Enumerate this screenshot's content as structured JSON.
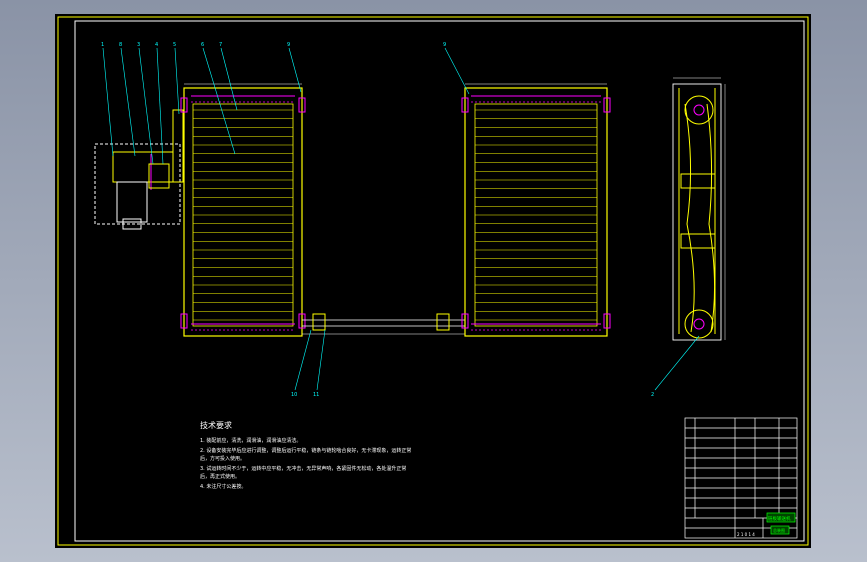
{
  "notes": {
    "heading": "技术要求",
    "lines": [
      "1. 装配前应，清洗，润滑油，润滑油应清洁。",
      "2. 设备安装完毕后应进行调整，调整后运行平稳，链条与链轮啮合良好，无卡滞现象，运转正常",
      "   后，方可投入使用。",
      "3. 试运转时间不少于，运转中应平稳，无冲击，无异常声响，各紧固件无松动，各处温升正常",
      "   后，再正式使用。",
      "4. 未注尺寸公差按。"
    ]
  },
  "balloons": [
    "1",
    "8",
    "3",
    "4",
    "5",
    "6",
    "7",
    "9",
    "9",
    "10",
    "11",
    "2"
  ],
  "title_block": {
    "drawing_title": "链板输送机",
    "drawing_no": "总装图",
    "company": "2 1 0 1 4"
  },
  "colors": {
    "background": "#000000",
    "frame": "#ffffff",
    "conveyor": "#ffff00",
    "chain": "#ff00ff",
    "leader": "#00ffff",
    "hidden": "#ffffff",
    "title_accent": "#00ff00"
  }
}
